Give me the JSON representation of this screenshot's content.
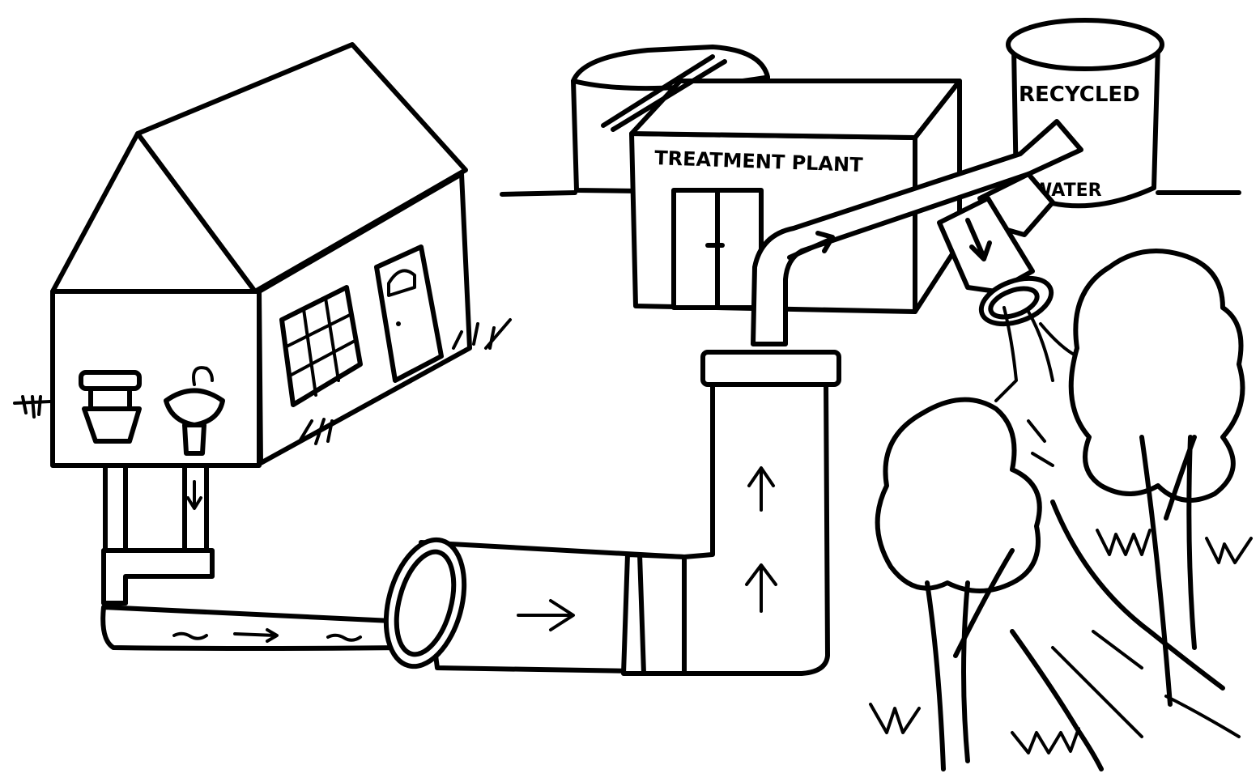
{
  "labels": {
    "plant": "TREATMENT PLANT",
    "tank_line1": "RECYCLED",
    "tank_line2": "WATER"
  },
  "style": {
    "ink": "#000000",
    "paper": "#ffffff"
  }
}
